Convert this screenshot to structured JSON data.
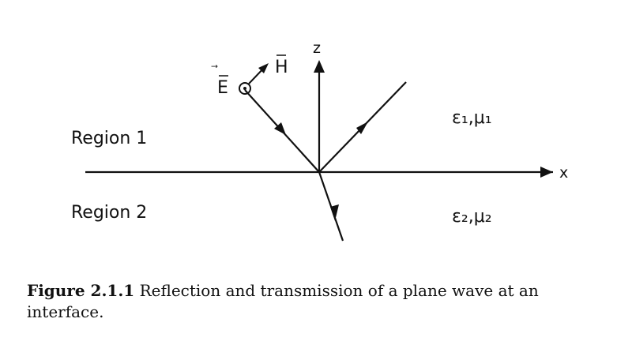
{
  "diagram": {
    "axis_z": "z",
    "axis_x": "x",
    "e_field": "E",
    "h_field": "H",
    "vector_mark": "⃗",
    "region1": "Region 1",
    "region2": "Region 2",
    "medium1": "ε₁,μ₁",
    "medium2": "ε₂,μ₂"
  },
  "caption": {
    "number": "Figure 2.1.1",
    "text": " Reflection and transmission of a plane wave at an interface."
  }
}
